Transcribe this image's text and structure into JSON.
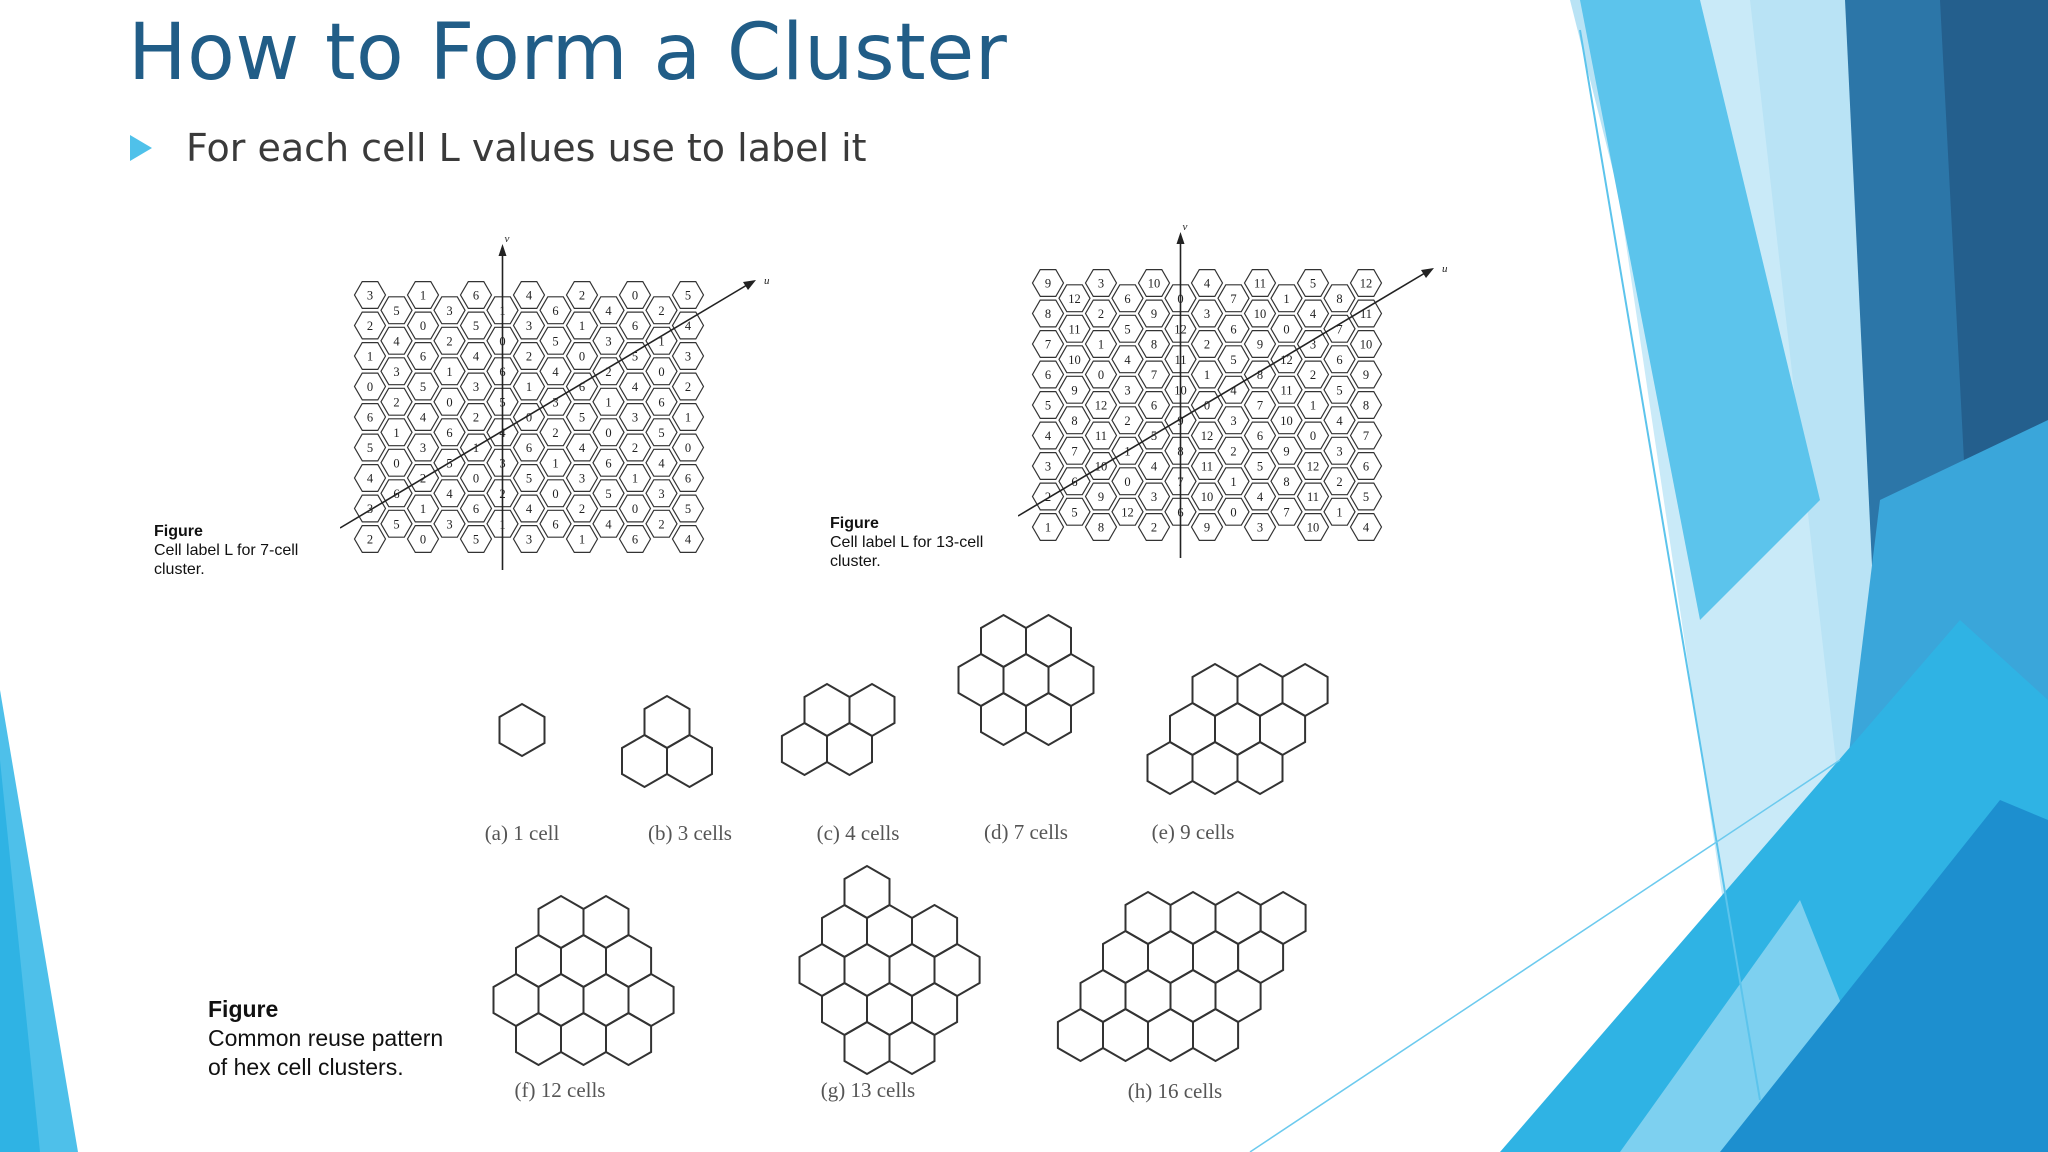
{
  "slide": {
    "title": "How to Form a Cluster",
    "bullet": "For each cell L values use to label it"
  },
  "figure_7cell": {
    "caption_title": "Figure",
    "caption_text": "Cell label L for 7-cell cluster.",
    "axis_u": "u",
    "axis_v": "v",
    "columns": [
      [
        3,
        2,
        1,
        0,
        6,
        5,
        4,
        3,
        2
      ],
      [
        5,
        4,
        3,
        2,
        1,
        0,
        6,
        5
      ],
      [
        1,
        0,
        6,
        5,
        4,
        3,
        2,
        1,
        0
      ],
      [
        3,
        2,
        1,
        0,
        6,
        5,
        4,
        3
      ],
      [
        6,
        5,
        4,
        3,
        2,
        1,
        0,
        6,
        5
      ],
      [
        1,
        0,
        6,
        5,
        4,
        3,
        2,
        1
      ],
      [
        4,
        3,
        2,
        1,
        0,
        6,
        5,
        4,
        3
      ],
      [
        6,
        5,
        4,
        3,
        2,
        1,
        0,
        6
      ],
      [
        2,
        1,
        0,
        6,
        5,
        4,
        3,
        2,
        1
      ],
      [
        4,
        3,
        2,
        1,
        0,
        6,
        5,
        4
      ],
      [
        0,
        6,
        5,
        4,
        3,
        2,
        1,
        0,
        6
      ],
      [
        2,
        1,
        0,
        6,
        5,
        4,
        3,
        2
      ],
      [
        5,
        4,
        3,
        2,
        1,
        0,
        6,
        5,
        4
      ]
    ]
  },
  "figure_13cell": {
    "caption_title": "Figure",
    "caption_text": "Cell label L for 13-cell cluster.",
    "axis_u": "u",
    "axis_v": "v",
    "columns": [
      [
        9,
        8,
        7,
        6,
        5,
        4,
        3,
        2,
        1
      ],
      [
        12,
        11,
        10,
        9,
        8,
        7,
        6,
        5
      ],
      [
        3,
        2,
        1,
        0,
        12,
        11,
        10,
        9,
        8
      ],
      [
        6,
        5,
        4,
        3,
        2,
        1,
        0,
        12
      ],
      [
        10,
        9,
        8,
        7,
        6,
        5,
        4,
        3,
        2
      ],
      [
        0,
        12,
        11,
        10,
        9,
        8,
        7,
        6
      ],
      [
        4,
        3,
        2,
        1,
        0,
        12,
        11,
        10,
        9
      ],
      [
        7,
        6,
        5,
        4,
        3,
        2,
        1,
        0
      ],
      [
        11,
        10,
        9,
        8,
        7,
        6,
        5,
        4,
        3
      ],
      [
        1,
        0,
        12,
        11,
        10,
        9,
        8,
        7
      ],
      [
        5,
        4,
        3,
        2,
        1,
        0,
        12,
        11,
        10
      ],
      [
        8,
        7,
        6,
        5,
        4,
        3,
        2,
        1
      ],
      [
        12,
        11,
        10,
        9,
        8,
        7,
        6,
        5,
        4
      ]
    ]
  },
  "reuse_patterns": {
    "caption_title": "Figure",
    "caption_text": "Common reuse pattern of hex cell clusters.",
    "patterns": [
      {
        "label": "(a) 1 cell",
        "cells": 1
      },
      {
        "label": "(b) 3 cells",
        "cells": 3
      },
      {
        "label": "(c) 4 cells",
        "cells": 4
      },
      {
        "label": "(d) 7 cells",
        "cells": 7
      },
      {
        "label": "(e) 9 cells",
        "cells": 9
      },
      {
        "label": "(f) 12 cells",
        "cells": 12
      },
      {
        "label": "(g) 13 cells",
        "cells": 13
      },
      {
        "label": "(h) 16 cells",
        "cells": 16
      }
    ]
  },
  "colors": {
    "title": "#215d87",
    "bullet": "#4fc1ea",
    "decor_light": "#b8e3f5",
    "decor_mid": "#4cbce8",
    "decor_dark": "#2b6f9f"
  }
}
